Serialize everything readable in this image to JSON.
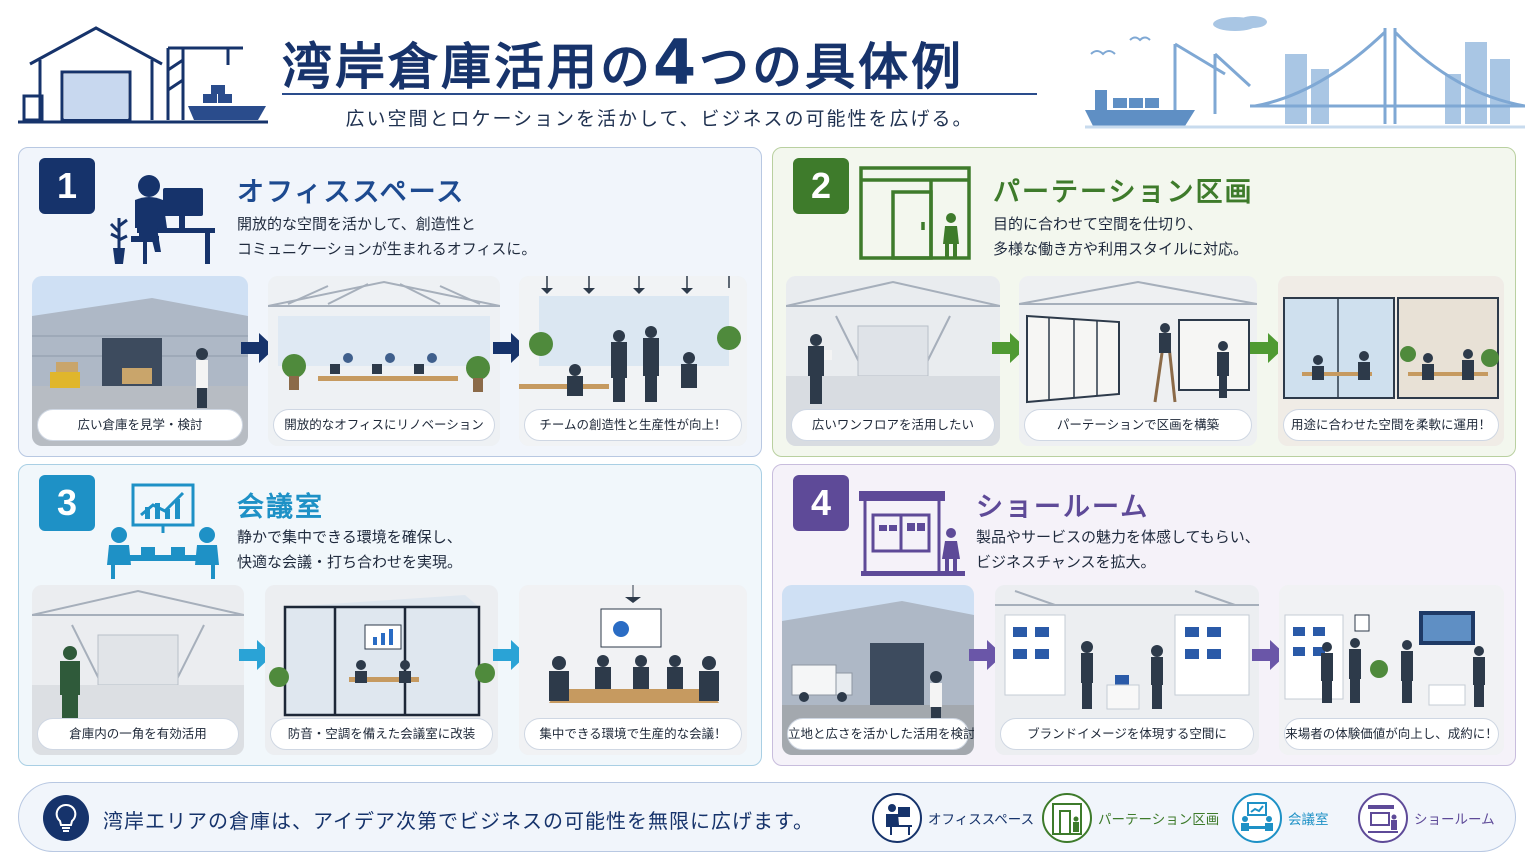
{
  "header": {
    "title_part1": "湾岸倉庫活用の",
    "title_num": "4",
    "title_part2": "つの具体例",
    "subtitle": "広い空間とロケーションを活かして、ビジネスの可能性を広げる。"
  },
  "colors": {
    "navy": "#16336b",
    "green": "#3e7b2b",
    "cyan": "#1e91c6",
    "purple": "#5e4a98"
  },
  "panels": [
    {
      "num": "1",
      "title": "オフィススペース",
      "desc_line1": "開放的な空間を活かして、創造性と",
      "desc_line2": "コミュニケーションが生まれるオフィスに。",
      "icon": "office-worker-icon",
      "steps": [
        "広い倉庫を見学・検討",
        "開放的なオフィスにリノベーション",
        "チームの創造性と生産性が向上！"
      ]
    },
    {
      "num": "2",
      "title": "パーテーション区画",
      "desc_line1": "目的に合わせて空間を仕切り、",
      "desc_line2": "多様な働き方や利用スタイルに対応。",
      "icon": "partition-door-icon",
      "steps": [
        "広いワンフロアを活用したい",
        "パーテーションで区画を構築",
        "用途に合わせた空間を柔軟に運用！"
      ]
    },
    {
      "num": "3",
      "title": "会議室",
      "desc_line1": "静かで集中できる環境を確保し、",
      "desc_line2": "快適な会議・打ち合わせを実現。",
      "icon": "meeting-icon",
      "steps": [
        "倉庫内の一角を有効活用",
        "防音・空調を備えた会議室に改装",
        "集中できる環境で生産的な会議！"
      ]
    },
    {
      "num": "4",
      "title": "ショールーム",
      "desc_line1": "製品やサービスの魅力を体感してもらい、",
      "desc_line2": "ビジネスチャンスを拡大。",
      "icon": "showroom-icon",
      "steps": [
        "立地と広さを活かした活用を検討",
        "ブランドイメージを体現する空間に",
        "来場者の体験価値が向上し、成約に！"
      ]
    }
  ],
  "footer": {
    "message": "湾岸エリアの倉庫は、アイデア次第でビジネスの可能性を無限に広げます。",
    "legend": [
      "オフィススペース",
      "パーテーション区画",
      "会議室",
      "ショールーム"
    ]
  }
}
